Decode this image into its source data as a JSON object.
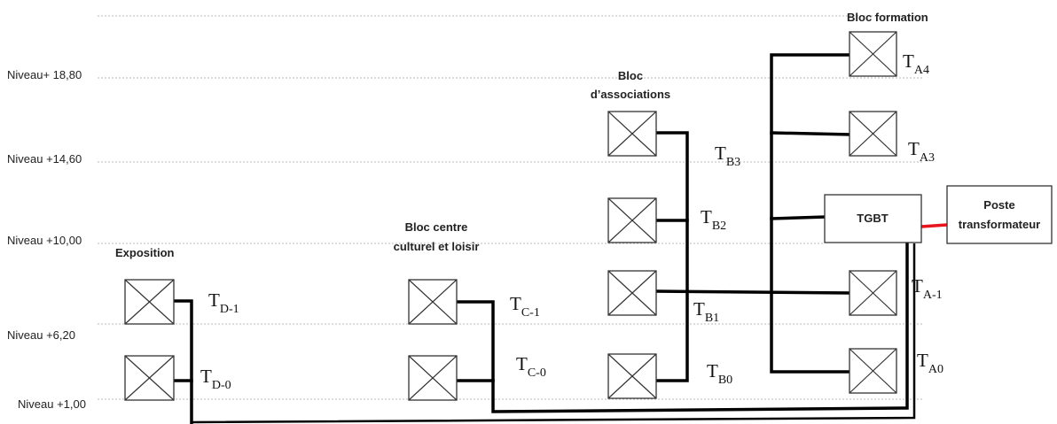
{
  "levels": {
    "l1880": "Niveau+ 18,80",
    "l1460": "Niveau +14,60",
    "l1000": "Niveau +10,00",
    "l620": "Niveau +6,20",
    "l100": "Niveau +1,00"
  },
  "blocks": {
    "formation": "Bloc formation",
    "associations_1": "Bloc",
    "associations_2": "d’associations",
    "centre_1": "Bloc centre",
    "centre_2": "culturel et loisir",
    "exposition": "Exposition"
  },
  "tgbt": "TGBT",
  "poste": {
    "line1": "Poste",
    "line2": "transformateur"
  },
  "panel_main": "T",
  "panels": {
    "A4": "A4",
    "A3": "A3",
    "A_1": "A-1",
    "A0": "A0",
    "B3": "B3",
    "B2": "B2",
    "B1": "B1",
    "B0": "B0",
    "C_1": "C-1",
    "C0": "C-0",
    "D_1": "D-1",
    "D0": "D-0"
  },
  "colors": {
    "feeder": "#000000",
    "transformer_link": "#e8141c",
    "grid": "#b8b8b8"
  }
}
